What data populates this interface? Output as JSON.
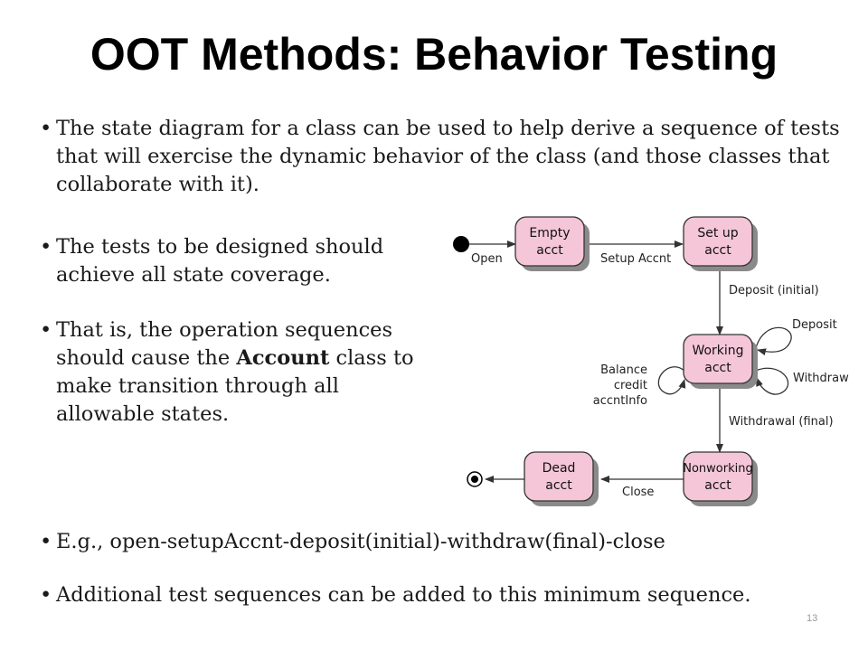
{
  "title": "OOT Methods: Behavior Testing",
  "bullets": [
    {
      "text": "The state diagram for a class can be used to help derive a sequence of tests that will exercise the dynamic behavior of the class (and those classes that collaborate with it)."
    },
    {
      "text": "The tests to be designed should achieve all state coverage."
    },
    {
      "pre": "That is, the operation sequences should cause the ",
      "bold": "Account",
      "post": " class to make transition through all allowable states."
    },
    {
      "text": "E.g., open-setupAccnt-deposit(initial)-withdraw(final)-close"
    },
    {
      "text": "Additional test sequences can be added to this minimum sequence."
    }
  ],
  "bullet_glyph": "•",
  "page_number": "13",
  "diagram": {
    "states": {
      "empty": [
        "Empty",
        "acct"
      ],
      "setup": [
        "Set up",
        "acct"
      ],
      "working": [
        "Working",
        "acct"
      ],
      "nonworking": [
        "Nonworking",
        "acct"
      ],
      "dead": [
        "Dead",
        "acct"
      ]
    },
    "transitions": {
      "open": "Open",
      "setup_accnt": "Setup Accnt",
      "deposit_initial": "Deposit (initial)",
      "deposit": "Deposit",
      "withdraw": "Withdraw",
      "balance": [
        "Balance",
        "credit",
        "accntInfo"
      ],
      "withdrawal_final": "Withdrawal (final)",
      "close": "Close"
    },
    "colors": {
      "state_fill": "#f4c6d8",
      "state_stroke": "#333333",
      "shadow": "#8a8a8a",
      "line": "#333333"
    }
  }
}
